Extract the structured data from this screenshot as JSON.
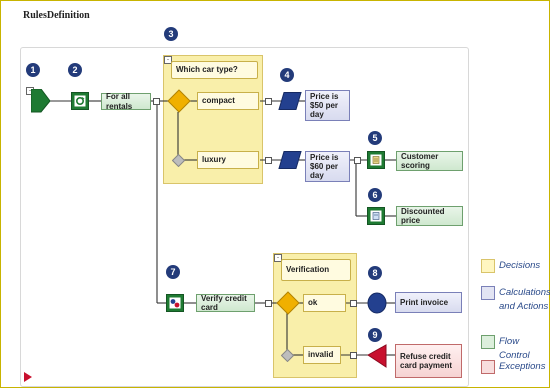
{
  "title": "RulesDefinition",
  "badges": [
    "1",
    "2",
    "3",
    "4",
    "5",
    "6",
    "7",
    "8",
    "9"
  ],
  "nodes": {
    "for_all_rentals": "For all rentals",
    "which_car_type": "Which car type?",
    "compact": "compact",
    "luxury": "luxury",
    "price_50": "Price is $50 per day",
    "price_60": "Price is $60 per day",
    "customer_scoring": "Customer scoring",
    "discounted_price": "Discounted price",
    "verify_credit_card": "Verify credit card",
    "verification": "Verification",
    "ok": "ok",
    "invalid": "invalid",
    "print_invoice": "Print invoice",
    "refuse_credit_card_payment": "Refuse credit card payment"
  },
  "legend": [
    {
      "label": "Decisions",
      "color": "#fff6c0",
      "border": "#d9c46a"
    },
    {
      "label": "Calculations and Actions",
      "color": "#e2e4f3",
      "border": "#7a80b8"
    },
    {
      "label": "Flow Control",
      "color": "#dcefdc",
      "border": "#6ea06e"
    },
    {
      "label": "Exceptions",
      "color": "#f8dede",
      "border": "#c06a6a"
    }
  ],
  "colors": {
    "badge": "#233b7a",
    "flow_icon": "#1e7a32",
    "calc_icon": "#23408f",
    "exception_icon": "#c8102e"
  }
}
